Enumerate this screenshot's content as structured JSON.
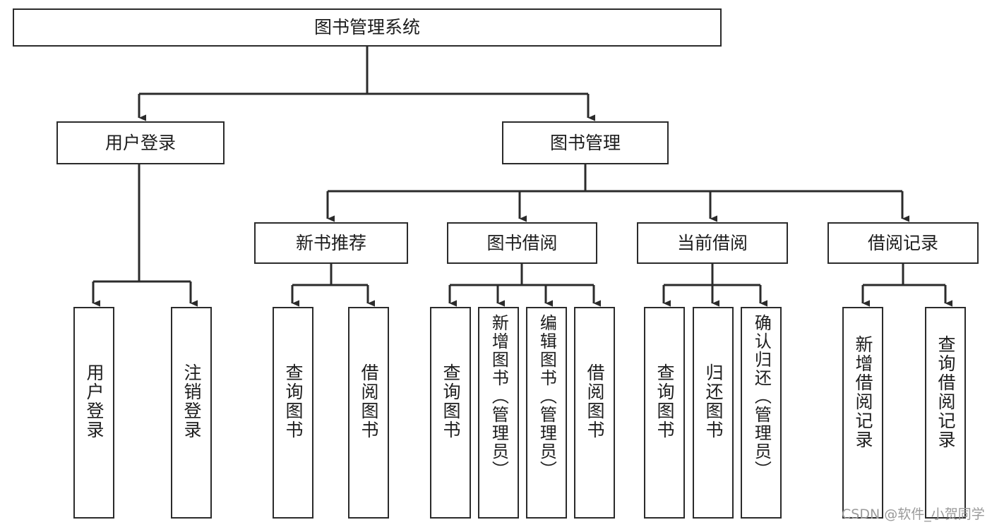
{
  "diagram": {
    "type": "tree",
    "title": "图书管理系统",
    "root": {
      "id": "root",
      "label": "图书管理系统"
    },
    "level2": [
      {
        "id": "user-login",
        "label": "用户登录"
      },
      {
        "id": "book-manage",
        "label": "图书管理"
      }
    ],
    "level3": [
      {
        "id": "new-book-recommend",
        "label": "新书推荐",
        "parent": "book-manage"
      },
      {
        "id": "book-borrow",
        "label": "图书借阅",
        "parent": "book-manage"
      },
      {
        "id": "current-borrow",
        "label": "当前借阅",
        "parent": "book-manage"
      },
      {
        "id": "borrow-record",
        "label": "借阅记录",
        "parent": "book-manage"
      }
    ],
    "leaves": [
      {
        "id": "leaf-user-login",
        "label": "用户登录",
        "parent": "user-login"
      },
      {
        "id": "leaf-user-logout",
        "label": "注销登录",
        "parent": "user-login"
      },
      {
        "id": "leaf-query-book-1",
        "label": "查询图书",
        "parent": "new-book-recommend"
      },
      {
        "id": "leaf-borrow-book-1",
        "label": "借阅图书",
        "parent": "new-book-recommend"
      },
      {
        "id": "leaf-query-book-2",
        "label": "查询图书",
        "parent": "book-borrow"
      },
      {
        "id": "leaf-add-book",
        "label": "新增图书（管理员）",
        "parent": "book-borrow"
      },
      {
        "id": "leaf-edit-book",
        "label": "编辑图书（管理员）",
        "parent": "book-borrow"
      },
      {
        "id": "leaf-borrow-book-2",
        "label": "借阅图书",
        "parent": "book-borrow"
      },
      {
        "id": "leaf-query-book-3",
        "label": "查询图书",
        "parent": "current-borrow"
      },
      {
        "id": "leaf-return-book",
        "label": "归还图书",
        "parent": "current-borrow"
      },
      {
        "id": "leaf-confirm-return",
        "label": "确认归还（管理员）",
        "parent": "current-borrow"
      },
      {
        "id": "leaf-add-record",
        "label": "新增借阅记录",
        "parent": "borrow-record"
      },
      {
        "id": "leaf-query-record",
        "label": "查询借阅记录",
        "parent": "borrow-record"
      }
    ],
    "colors": {
      "box_border": "#2b2b2b",
      "box_fill": "#ffffff",
      "edge": "#2b2b2b",
      "text": "#1d1d1d",
      "watermark": "#9a9a9a"
    }
  },
  "watermark": {
    "text": "CSDN @软件_小贺同学"
  }
}
